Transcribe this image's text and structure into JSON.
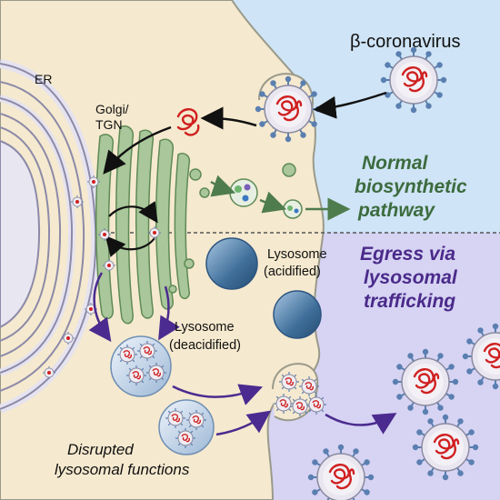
{
  "labels": {
    "virus": "β-coronavirus",
    "er": "ER",
    "golgi_line1": "Golgi/",
    "golgi_line2": "TGN",
    "normal_line1": "Normal",
    "normal_line2": "biosynthetic",
    "normal_line3": "pathway",
    "egress_line1": "Egress via",
    "egress_line2": "lysosomal",
    "egress_line3": "trafficking",
    "lyso_acid_line1": "Lysosome",
    "lyso_acid_line2": "(acidified)",
    "lyso_deacid_line1": "Lysosome",
    "lyso_deacid_line2": "(deacidified)",
    "disrupted_line1": "Disrupted",
    "disrupted_line2": "lysosomal functions"
  },
  "colors": {
    "cytoplasm": "#f5e9cf",
    "cell_outline": "#9a9a8a",
    "extracellular_top": "#cfe4f6",
    "extracellular_bottom": "#d6d3f3",
    "nucleus": "#e8e6f1",
    "er_membrane": "#8c8aa8",
    "golgi": "#a9c79a",
    "golgi_edge": "#5f8a56",
    "lysosome": "#4e7fa8",
    "virion_rna": "#d02020",
    "virion_spike": "#5a7fb0",
    "green_arrow": "#4f7c4d",
    "purple_arrow": "#4b2b8f",
    "black_arrow": "#111111"
  }
}
